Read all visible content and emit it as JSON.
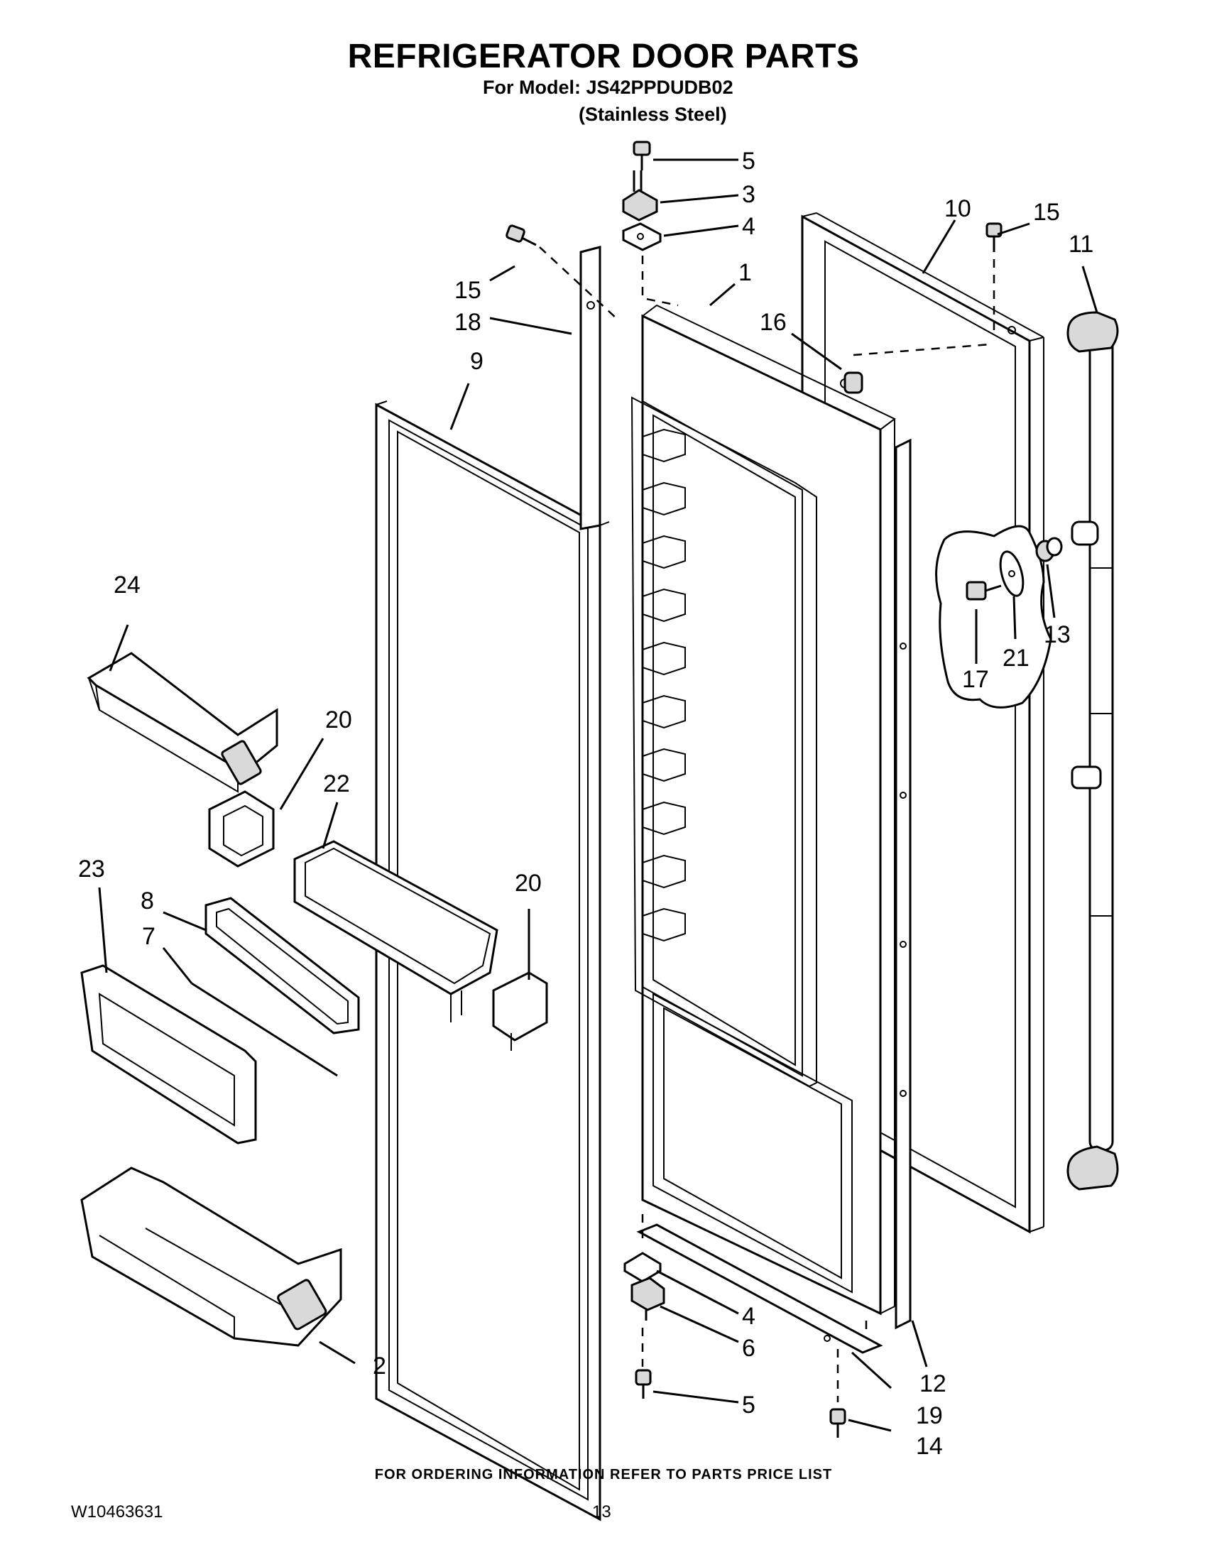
{
  "header": {
    "title": "REFRIGERATOR DOOR PARTS",
    "model_line": "For Model: JS42PPDUDB02",
    "finish_line": "(Stainless Steel)"
  },
  "callouts": [
    {
      "id": "c5a",
      "label": "5"
    },
    {
      "id": "c3",
      "label": "3"
    },
    {
      "id": "c4a",
      "label": "4"
    },
    {
      "id": "c10",
      "label": "10"
    },
    {
      "id": "c15a",
      "label": "15"
    },
    {
      "id": "c11",
      "label": "11"
    },
    {
      "id": "c1",
      "label": "1"
    },
    {
      "id": "c15b",
      "label": "15"
    },
    {
      "id": "c18",
      "label": "18"
    },
    {
      "id": "c16",
      "label": "16"
    },
    {
      "id": "c9",
      "label": "9"
    },
    {
      "id": "c24",
      "label": "24"
    },
    {
      "id": "c20a",
      "label": "20"
    },
    {
      "id": "c22",
      "label": "22"
    },
    {
      "id": "c23",
      "label": "23"
    },
    {
      "id": "c20b",
      "label": "20"
    },
    {
      "id": "c8",
      "label": "8"
    },
    {
      "id": "c7",
      "label": "7"
    },
    {
      "id": "c13",
      "label": "13"
    },
    {
      "id": "c21",
      "label": "21"
    },
    {
      "id": "c17",
      "label": "17"
    },
    {
      "id": "c4b",
      "label": "4"
    },
    {
      "id": "c6",
      "label": "6"
    },
    {
      "id": "c12",
      "label": "12"
    },
    {
      "id": "c2",
      "label": "2"
    },
    {
      "id": "c5b",
      "label": "5"
    },
    {
      "id": "c19",
      "label": "19"
    },
    {
      "id": "c14",
      "label": "14"
    }
  ],
  "footer": {
    "ordering_note": "FOR ORDERING INFORMATION REFER TO PARTS PRICE LIST",
    "document_number": "W10463631",
    "page_number": "13"
  }
}
